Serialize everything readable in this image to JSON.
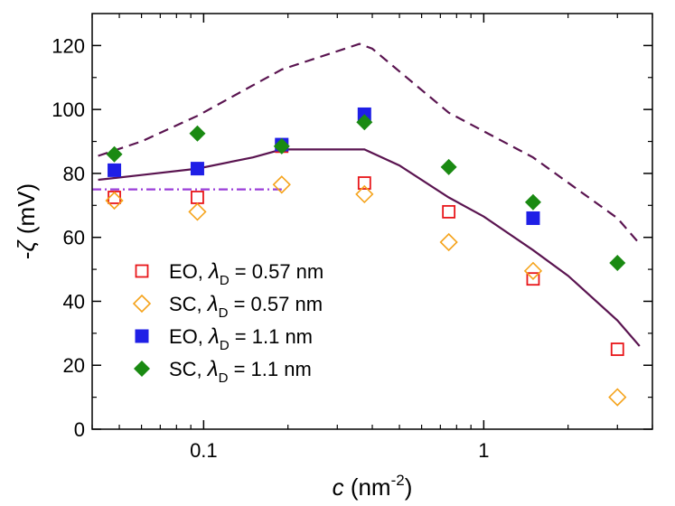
{
  "chart_data": {
    "type": "scatter",
    "xscale": "log",
    "xlim": [
      0.04,
      4.0
    ],
    "ylim": [
      0,
      130
    ],
    "x_ticks": [
      0.1,
      1
    ],
    "x_tick_labels": [
      "0.1",
      "1"
    ],
    "y_ticks": [
      0,
      20,
      40,
      60,
      80,
      100,
      120
    ],
    "y_tick_labels": [
      "0",
      "20",
      "40",
      "60",
      "80",
      "100",
      "120"
    ],
    "xlabel": {
      "var": "c",
      "unit": " (nm",
      "exp": "-2",
      "close": ")"
    },
    "ylabel": {
      "prefix": "-",
      "var": "ζ",
      "unit": " (mV)"
    },
    "legend_position": "bottom-left",
    "series": [
      {
        "name": "EO, λD = 0.57 nm",
        "label_pre": "EO, ",
        "label_sym": "λ",
        "label_sub": "D",
        "label_post": " = 0.57 nm",
        "marker": "square-open",
        "color": "#e8161a",
        "x": [
          0.048,
          0.095,
          0.19,
          0.375,
          0.75,
          1.5,
          3.0
        ],
        "y": [
          72.5,
          72.5,
          88.5,
          77.0,
          68.0,
          47.0,
          25.0
        ]
      },
      {
        "name": "SC, λD = 0.57 nm",
        "label_pre": "SC, ",
        "label_sym": "λ",
        "label_sub": "D",
        "label_post": " = 0.57 nm",
        "marker": "diamond-open",
        "color": "#f5a31b",
        "x": [
          0.048,
          0.095,
          0.19,
          0.375,
          0.75,
          1.5,
          3.0
        ],
        "y": [
          71.5,
          68.0,
          76.5,
          73.5,
          58.5,
          49.5,
          10.0
        ]
      },
      {
        "name": "EO, λD = 1.1 nm",
        "label_pre": "EO, ",
        "label_sym": "λ",
        "label_sub": "D",
        "label_post": " = 1.1 nm",
        "marker": "square-filled",
        "color": "#1f1fe6",
        "x": [
          0.048,
          0.095,
          0.19,
          0.375,
          1.5
        ],
        "y": [
          81.0,
          81.5,
          89.0,
          98.5,
          66.0
        ]
      },
      {
        "name": "SC, λD = 1.1 nm",
        "label_pre": "SC, ",
        "label_sym": "λ",
        "label_sub": "D",
        "label_post": " = 1.1 nm",
        "marker": "diamond-filled",
        "color": "#1a8a12",
        "x": [
          0.048,
          0.095,
          0.19,
          0.375,
          0.75,
          1.5,
          3.0
        ],
        "y": [
          86.0,
          92.5,
          88.5,
          96.0,
          82.0,
          71.0,
          52.0
        ]
      }
    ],
    "lines": [
      {
        "style": "dashed",
        "color": "#5a1450",
        "x": [
          0.042,
          0.06,
          0.095,
          0.19,
          0.36,
          0.4,
          0.75,
          1.5,
          3.0,
          3.6
        ],
        "y": [
          85.5,
          90.0,
          98.0,
          112.5,
          120.5,
          119.0,
          99.0,
          85.0,
          66.0,
          58.0
        ]
      },
      {
        "style": "solid",
        "color": "#5a1450",
        "x": [
          0.042,
          0.06,
          0.095,
          0.15,
          0.19,
          0.25,
          0.375,
          0.5,
          0.75,
          1.0,
          1.5,
          2.0,
          3.0,
          3.6
        ],
        "y": [
          78.0,
          79.5,
          81.5,
          85.0,
          87.5,
          87.5,
          87.5,
          82.5,
          72.5,
          66.5,
          56.0,
          48.0,
          34.0,
          26.0
        ]
      },
      {
        "style": "dashdot",
        "color": "#9a3dd8",
        "x": [
          0.04,
          0.19
        ],
        "y": [
          75.0,
          75.0
        ]
      }
    ]
  }
}
